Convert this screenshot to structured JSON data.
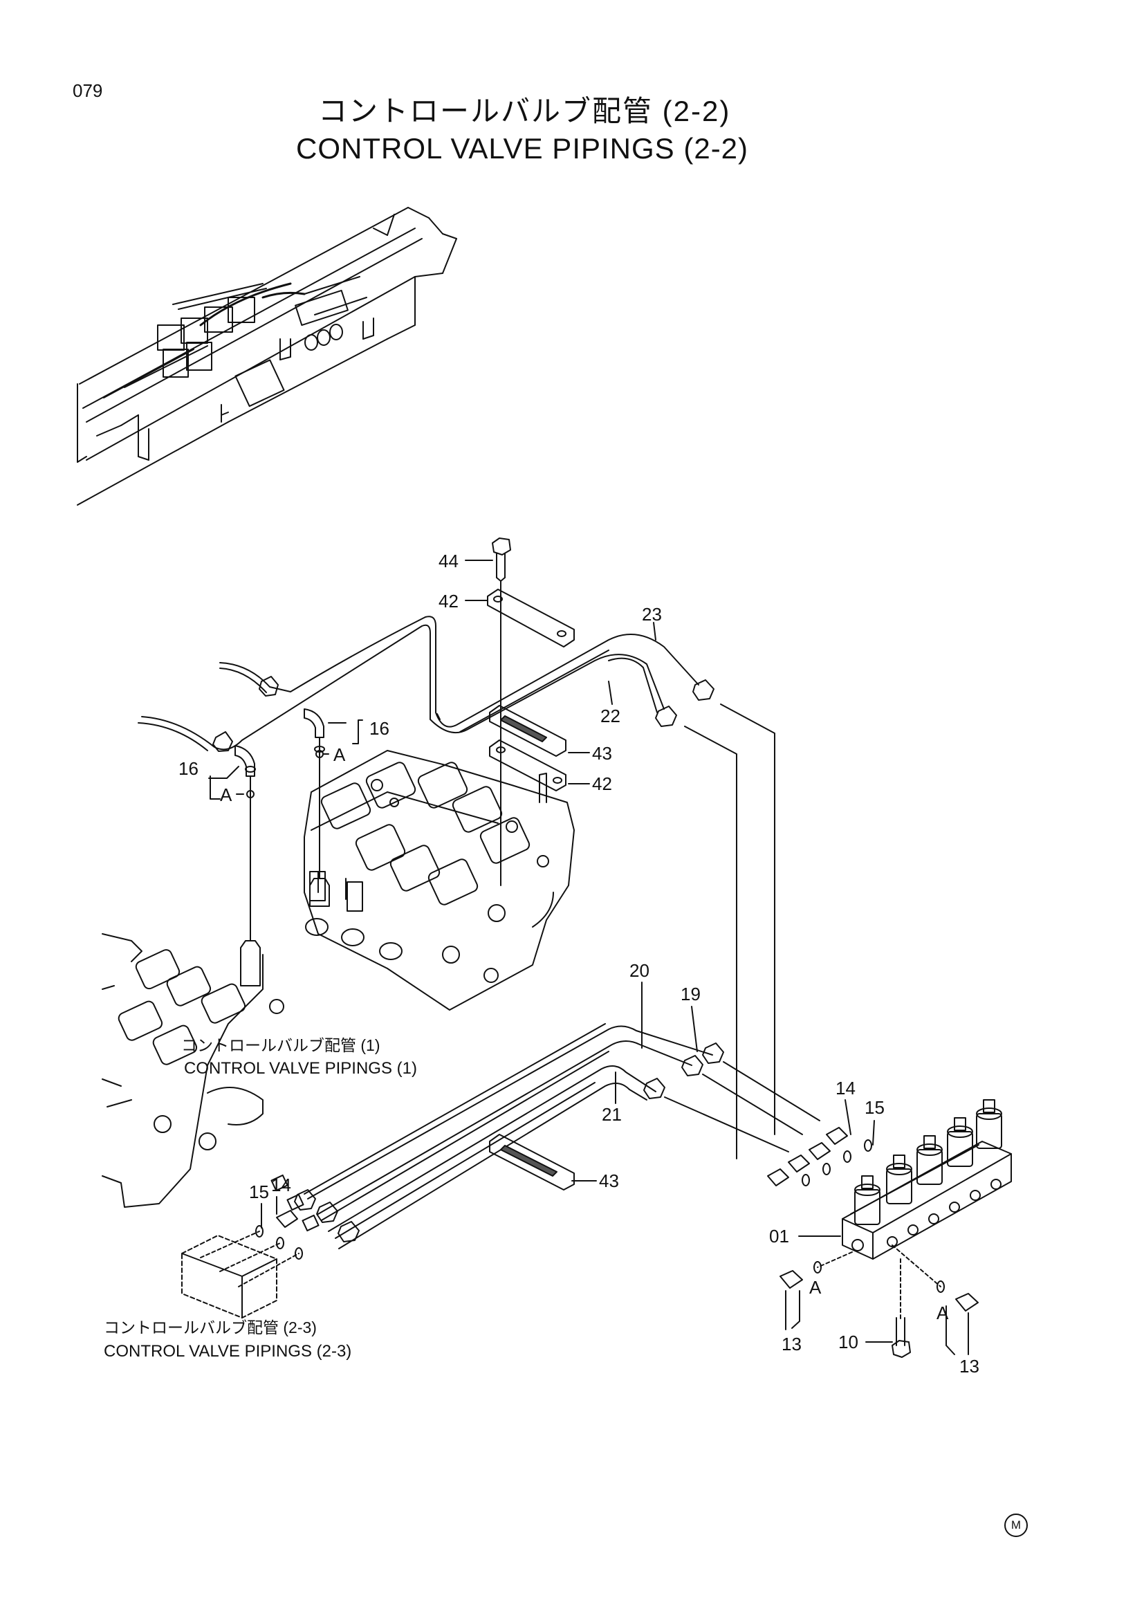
{
  "page": {
    "number": "079",
    "title_jp": "コントロールバルブ配管 (2-2)",
    "title_en": "CONTROL VALVE PIPINGS (2-2)"
  },
  "references": {
    "pipings_1": {
      "jp": "コントロールバルブ配管 (1)",
      "en": "CONTROL VALVE PIPINGS (1)"
    },
    "pipings_2_3": {
      "jp": "コントロールバルブ配管 (2-3)",
      "en": "CONTROL VALVE PIPINGS (2-3)"
    }
  },
  "part_numbers": {
    "p44": "44",
    "p42_top": "42",
    "p23": "23",
    "p22": "22",
    "p16_right": "16",
    "p16_left": "16",
    "p43_top": "43",
    "p42_mid": "42",
    "p20": "20",
    "p19": "19",
    "p21": "21",
    "p14_right": "14",
    "p15_right": "15",
    "p43_bottom": "43",
    "p14_left": "14",
    "p15_left": "15",
    "p01": "01",
    "p13_left": "13",
    "p10": "10",
    "p13_right": "13"
  },
  "view_marks": {
    "a_right": "A",
    "a_left": "A",
    "a_bottom_left": "A",
    "a_bottom_right": "A"
  },
  "footer_mark": "M",
  "colors": {
    "ink": "#111111",
    "paper": "#ffffff"
  }
}
